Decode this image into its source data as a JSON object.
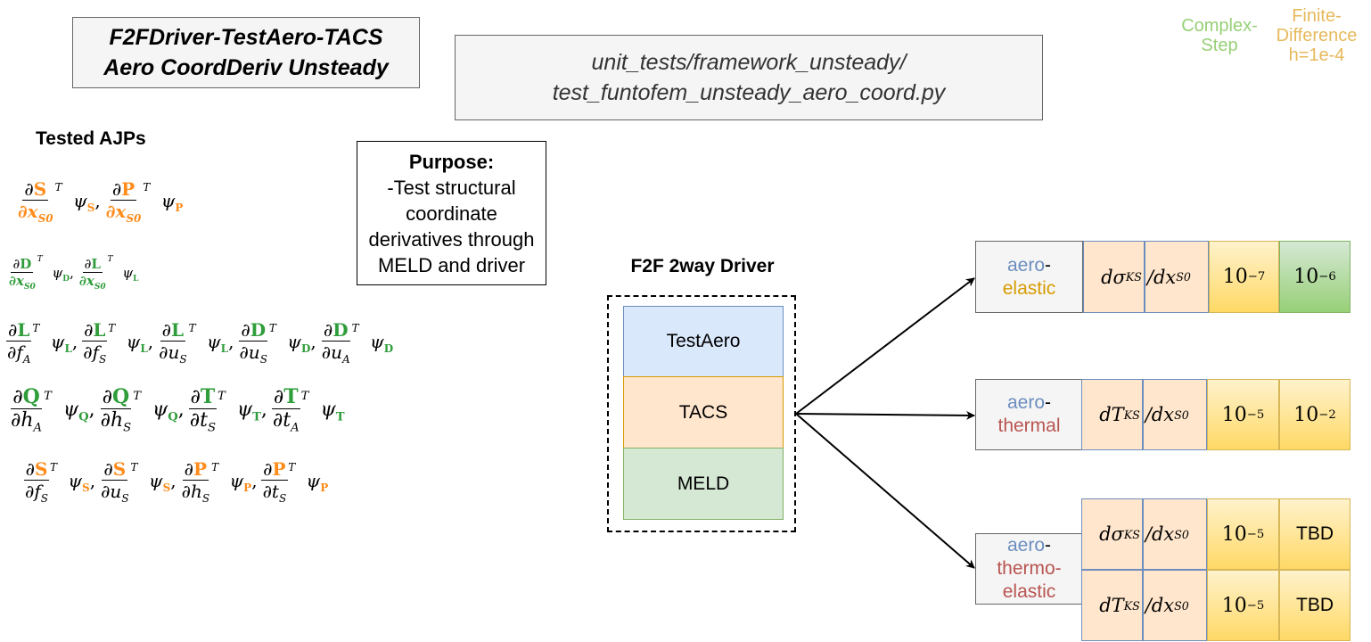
{
  "title": {
    "line1": "F2FDriver-TestAero-TACS",
    "line2": "Aero CoordDeriv Unsteady"
  },
  "file_path": {
    "line1": "unit_tests/framework_unsteady/",
    "line2": "test_funtofem_unsteady_aero_coord.py"
  },
  "purpose": {
    "heading": "Purpose:",
    "line1": "-Test structural",
    "line2": "coordinate",
    "line3": "derivatives through",
    "line4": "MELD and driver"
  },
  "tested_ajps": {
    "heading": "Tested AJPs",
    "rows": [
      [
        {
          "num": "∂S",
          "den": "∂x",
          "den_sub": "S0",
          "cls": "or",
          "psi": "S"
        },
        {
          "num": "∂P",
          "den": "∂x",
          "den_sub": "S0",
          "cls": "or",
          "psi": "P"
        }
      ],
      [
        {
          "num": "∂D",
          "den": "∂x",
          "den_sub": "S0",
          "cls": "gr",
          "psi": "D"
        },
        {
          "num": "∂L",
          "den": "∂x",
          "den_sub": "S0",
          "cls": "gr",
          "psi": "L"
        }
      ],
      [
        {
          "num": "∂L",
          "den": "∂f",
          "den_sub": "A",
          "cls": "gr",
          "psi": "L"
        },
        {
          "num": "∂L",
          "den": "∂f",
          "den_sub": "S",
          "cls": "gr",
          "psi": "L"
        },
        {
          "num": "∂L",
          "den": "∂u",
          "den_sub": "S",
          "cls": "gr",
          "psi": "L"
        },
        {
          "num": "∂D",
          "den": "∂u",
          "den_sub": "S",
          "cls": "gr",
          "psi": "D"
        },
        {
          "num": "∂D",
          "den": "∂u",
          "den_sub": "A",
          "cls": "gr",
          "psi": "D"
        }
      ],
      [
        {
          "num": "∂Q",
          "den": "∂h",
          "den_sub": "A",
          "cls": "gr",
          "psi": "Q"
        },
        {
          "num": "∂Q",
          "den": "∂h",
          "den_sub": "S",
          "cls": "gr",
          "psi": "Q"
        },
        {
          "num": "∂T",
          "den": "∂t",
          "den_sub": "S",
          "cls": "gr",
          "psi": "T"
        },
        {
          "num": "∂T",
          "den": "∂t",
          "den_sub": "A",
          "cls": "gr",
          "psi": "T"
        }
      ],
      [
        {
          "num": "∂S",
          "den": "∂f",
          "den_sub": "S",
          "cls": "or",
          "psi": "S"
        },
        {
          "num": "∂S",
          "den": "∂u",
          "den_sub": "S",
          "cls": "or",
          "psi": "S"
        },
        {
          "num": "∂P",
          "den": "∂h",
          "den_sub": "S",
          "cls": "or",
          "psi": "P"
        },
        {
          "num": "∂P",
          "den": "∂t",
          "den_sub": "S",
          "cls": "or",
          "psi": "P"
        }
      ]
    ]
  },
  "driver": {
    "heading": "F2F 2way Driver",
    "components": [
      {
        "label": "TestAero",
        "fill": "#dae8fc",
        "stroke": "#6c8ebf"
      },
      {
        "label": "TACS",
        "fill": "#ffe6cc",
        "stroke": "#d79b00"
      },
      {
        "label": "MELD",
        "fill": "#d5e8d4",
        "stroke": "#82b366"
      }
    ]
  },
  "legend": {
    "complex_step": {
      "line1": "Complex-",
      "line2": "Step",
      "color": "#97d077"
    },
    "finite_difference": {
      "line1": "Finite-",
      "line2": "Difference",
      "line3": "h=1e-4",
      "color": "#e6b95c"
    }
  },
  "colors": {
    "aero": "#6c8ebf",
    "elastic": "#d79b00",
    "thermal": "#b85450"
  },
  "results": {
    "aeroelastic": {
      "label_a": "aero",
      "label_dash": "-",
      "label_b": "elastic",
      "deriv_num": "dσ",
      "deriv_num_sub": "KS",
      "deriv_den": "/dx",
      "deriv_den_sub": "S0",
      "cs_base": "10",
      "cs_exp": "−7",
      "fd_base": "10",
      "fd_exp": "−6"
    },
    "aerothermal": {
      "label_a": "aero",
      "label_dash": "-",
      "label_b": "thermal",
      "deriv_num": "dT",
      "deriv_num_sub": "KS",
      "deriv_den": "/dx",
      "deriv_den_sub": "S0",
      "cs_base": "10",
      "cs_exp": "−5",
      "fd_base": "10",
      "fd_exp": "−2"
    },
    "aerothermoelastic": {
      "label_a": "aero",
      "label_dash": "-",
      "label_b": "thermo-",
      "label_c": "elastic",
      "row1": {
        "deriv_num": "dσ",
        "deriv_num_sub": "KS",
        "deriv_den": "/dx",
        "deriv_den_sub": "S0",
        "cs_base": "10",
        "cs_exp": "−5",
        "fd": "TBD"
      },
      "row2": {
        "deriv_num": "dT",
        "deriv_num_sub": "KS",
        "deriv_den": "/dx",
        "deriv_den_sub": "S0",
        "cs_base": "10",
        "cs_exp": "−5",
        "fd": "TBD"
      }
    }
  }
}
